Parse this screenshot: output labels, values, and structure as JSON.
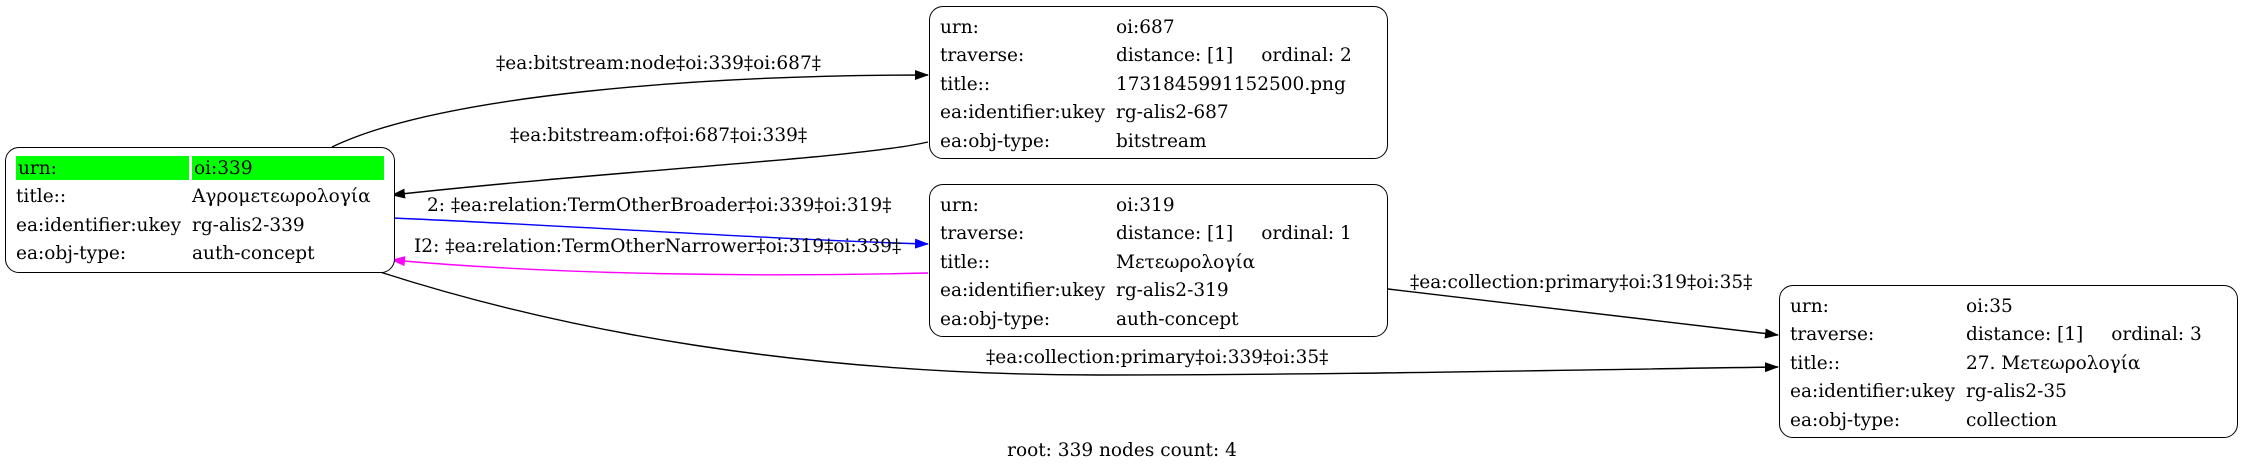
{
  "nodes": {
    "n339": {
      "rows": [
        {
          "key": "urn:",
          "val": "oi:339"
        },
        {
          "key": "title::",
          "val": "Αγρομετεωρολογία"
        },
        {
          "key": "ea:identifier:ukey",
          "val": "rg-alis2-339"
        },
        {
          "key": "ea:obj-type:",
          "val": "auth-concept"
        }
      ]
    },
    "n687": {
      "rows": [
        {
          "key": "urn:",
          "val": "oi:687"
        },
        {
          "key": "traverse:",
          "val": "distance: [1]",
          "val2": "ordinal: 2"
        },
        {
          "key": "title::",
          "val": "1731845991152500.png"
        },
        {
          "key": "ea:identifier:ukey",
          "val": "rg-alis2-687"
        },
        {
          "key": "ea:obj-type:",
          "val": "bitstream"
        }
      ]
    },
    "n319": {
      "rows": [
        {
          "key": "urn:",
          "val": "oi:319"
        },
        {
          "key": "traverse:",
          "val": "distance: [1]",
          "val2": "ordinal: 1"
        },
        {
          "key": "title::",
          "val": "Μετεωρολογία"
        },
        {
          "key": "ea:identifier:ukey",
          "val": "rg-alis2-319"
        },
        {
          "key": "ea:obj-type:",
          "val": "auth-concept"
        }
      ]
    },
    "n35": {
      "rows": [
        {
          "key": "urn:",
          "val": "oi:35"
        },
        {
          "key": "traverse:",
          "val": "distance: [1]",
          "val2": "ordinal: 3"
        },
        {
          "key": "title::",
          "val": "27. Μετεωρολογία"
        },
        {
          "key": "ea:identifier:ukey",
          "val": "rg-alis2-35"
        },
        {
          "key": "ea:obj-type:",
          "val": "collection"
        }
      ]
    }
  },
  "edges": {
    "e1": {
      "label": "‡ea:bitstream:node‡oi:339‡oi:687‡",
      "color": "#000000"
    },
    "e2": {
      "label": "‡ea:bitstream:of‡oi:687‡oi:339‡",
      "color": "#000000"
    },
    "e3": {
      "label": "2: ‡ea:relation:TermOtherBroader‡oi:339‡oi:319‡",
      "color": "#0000ff"
    },
    "e4": {
      "label": "I2: ‡ea:relation:TermOtherNarrower‡oi:319‡oi:339‡",
      "color": "#ff00ff"
    },
    "e5": {
      "label": "‡ea:collection:primary‡oi:319‡oi:35‡",
      "color": "#000000"
    },
    "e6": {
      "label": "‡ea:collection:primary‡oi:339‡oi:35‡",
      "color": "#000000"
    }
  },
  "highlight_color": "#00ff00",
  "footer": "root: 339 nodes count: 4"
}
